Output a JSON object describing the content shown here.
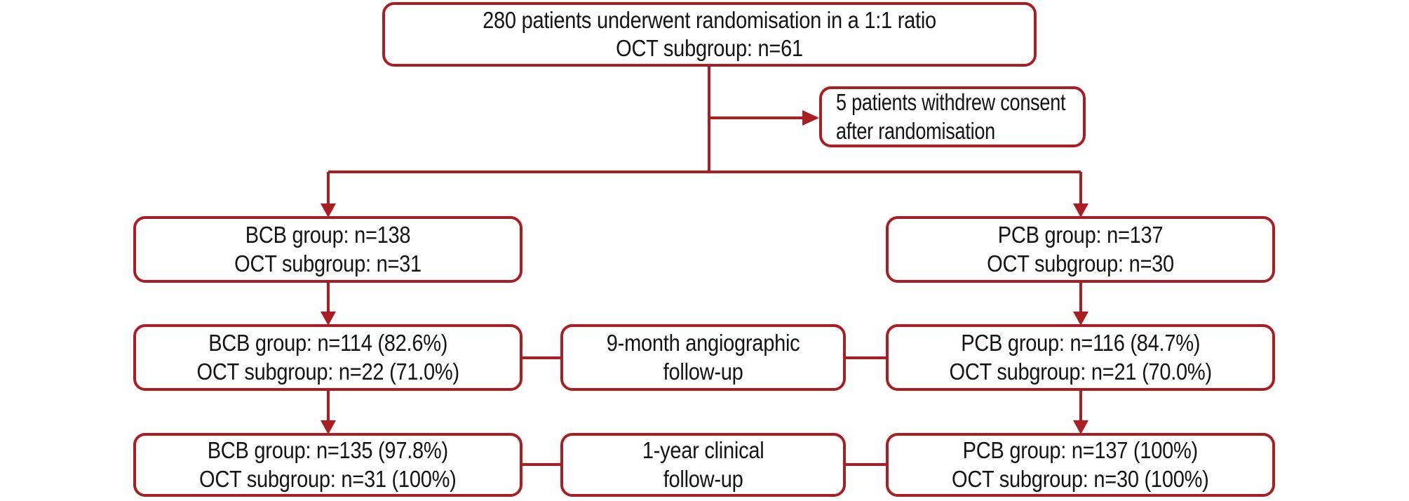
{
  "diagram": {
    "title": "Patient randomisation flow diagram",
    "colors": {
      "line": "#aa1e23",
      "text": "#141414",
      "background": "#ffffff"
    },
    "boxes": {
      "randomisation": {
        "line1": "280 patients underwent randomisation in a 1:1 ratio",
        "line2": "OCT subgroup: n=61"
      },
      "withdrew": {
        "line1": "5 patients withdrew consent",
        "line2": "after randomisation"
      },
      "bcb_group": {
        "line1": "BCB group: n=138",
        "line2": "OCT subgroup: n=31"
      },
      "pcb_group": {
        "line1": "PCB group: n=137",
        "line2": "OCT subgroup: n=30"
      },
      "bcb_angiographic": {
        "line1": "BCB group: n=114 (82.6%)",
        "line2": "OCT subgroup: n=22 (71.0%)"
      },
      "angiographic_label": {
        "line1": "9-month angiographic",
        "line2": "follow-up"
      },
      "pcb_angiographic": {
        "line1": "PCB group: n=116 (84.7%)",
        "line2": "OCT subgroup: n=21 (70.0%)"
      },
      "bcb_clinical": {
        "line1": "BCB group: n=135 (97.8%)",
        "line2": "OCT subgroup: n=31 (100%)"
      },
      "clinical_label": {
        "line1": "1-year clinical",
        "line2": "follow-up"
      },
      "pcb_clinical": {
        "line1": "PCB group: n=137 (100%)",
        "line2": "OCT subgroup: n=30 (100%)"
      }
    }
  }
}
